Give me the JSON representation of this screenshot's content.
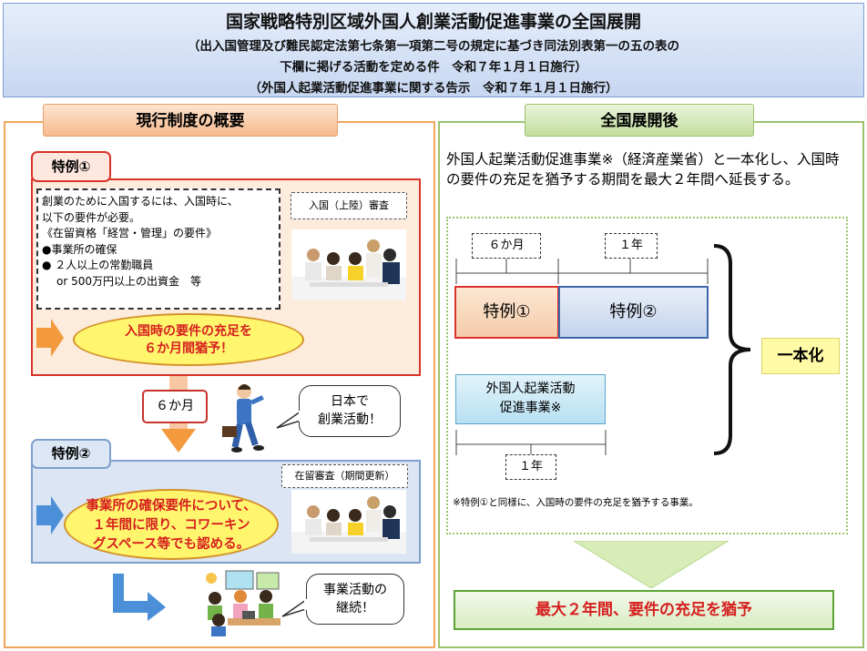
{
  "header": {
    "title": "国家戦略特別区域外国人創業活動促進事業の全国展開",
    "subtitle_lines": [
      "（出入国管理及び難民認定法第七条第一項第二号の規定に基づき同法別表第一の五の表の",
      "下欄に掲げる活動を定める件　令和７年１月１日施行）",
      "（外国人起業活動促進事業に関する告示　令和７年１月１日施行）"
    ]
  },
  "left": {
    "tab": "現行制度の概要",
    "special1": {
      "tag": "特例①",
      "requirements": [
        "創業のために入国するには、入国時に、",
        "以下の要件が必要。",
        "《在留資格「経営・管理」の要件》",
        "●事業所の確保",
        "● ２人以上の常勤職員",
        "  or 500万円以上の出資金　等"
      ],
      "exam_label": "入国（上陸）審査",
      "ellipse_lines": [
        "入国時の要件の充足を",
        "６か月間猶予！"
      ]
    },
    "six_months": "６か月",
    "bubble_japan": [
      "日本で",
      "創業活動！"
    ],
    "special2": {
      "tag": "特例②",
      "exam_label": "在留審査（期間更新）",
      "ellipse_lines": [
        "事業所の確保要件について、",
        "１年間に限り、コワーキン",
        "グスペース等でも認める。"
      ]
    },
    "bubble_continue": [
      "事業活動の",
      "継続！"
    ]
  },
  "right": {
    "tab": "全国展開後",
    "description": "外国人起業活動促進事業※（経済産業省）と一本化し、入国時の要件の充足を猶予する期間を最大２年間へ延長する。",
    "timeline": {
      "label_6m": "６か月",
      "label_1y_top": "１年",
      "special1": "特例①",
      "special2": "特例②",
      "foreign_lines": [
        "外国人起業活動",
        "促進事業※"
      ],
      "label_1y_bottom": "１年"
    },
    "unify": "一本化",
    "footnote": "※特例①と同様に、入国時の要件の充足を猶予する事業。",
    "final": "最大２年間、要件の充足を猶予"
  },
  "colors": {
    "accent_red": "#d51f1f",
    "left_border": "#f0a65a",
    "right_border": "#9bc46a",
    "special2_blue": "#3e66a8"
  }
}
